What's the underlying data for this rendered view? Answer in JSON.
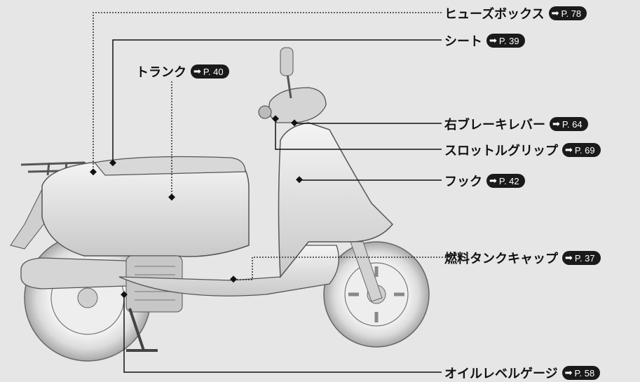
{
  "labels": {
    "fuse_box": {
      "text": "ヒューズボックス",
      "ref": "P. 78"
    },
    "seat": {
      "text": "シート",
      "ref": "P. 39"
    },
    "trunk": {
      "text": "トランク",
      "ref": "P. 40"
    },
    "right_brake_lever": {
      "text": "右ブレーキレバー",
      "ref": "P. 64"
    },
    "throttle_grip": {
      "text": "スロットルグリップ",
      "ref": "P. 69"
    },
    "hook": {
      "text": "フック",
      "ref": "P. 42"
    },
    "fuel_tank_cap": {
      "text": "燃料タンクキャップ",
      "ref": "P. 37"
    },
    "oil_level_gauge": {
      "text": "オイルレベルゲージ",
      "ref": "P. 58"
    }
  },
  "ref_icon": "arrow-right-icon"
}
